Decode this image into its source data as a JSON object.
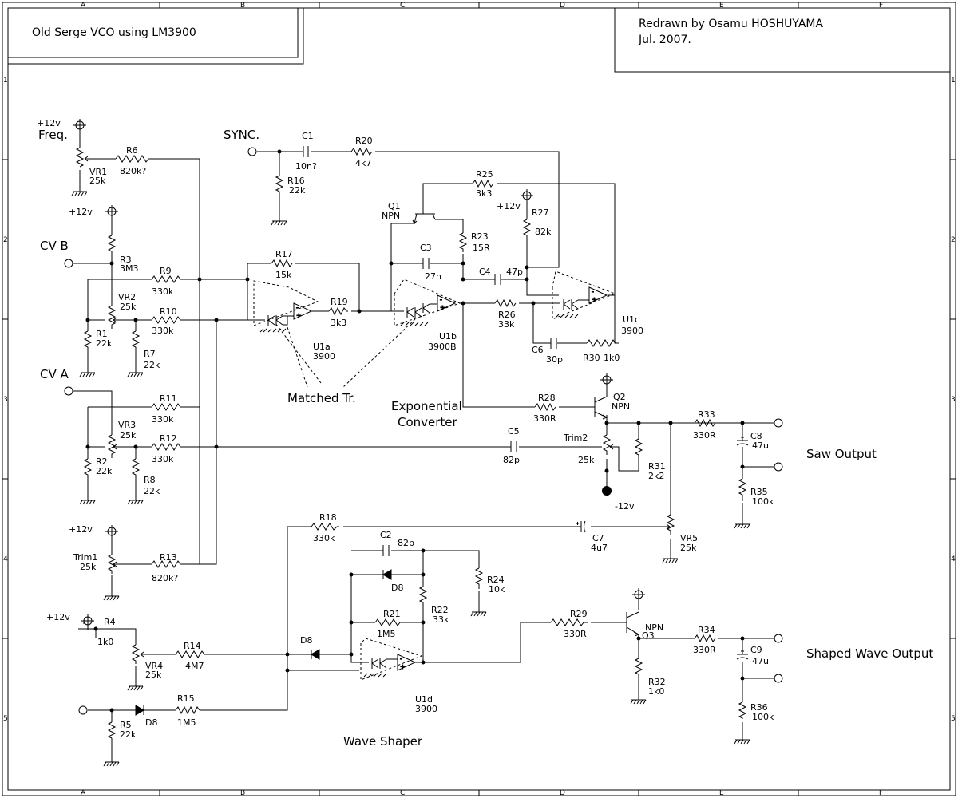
{
  "title_block": {
    "title": "Old Serge VCO using LM3900",
    "credit_line1": "Redrawn by Osamu HOSHUYAMA",
    "credit_line2": "Jul. 2007."
  },
  "grid": {
    "columns": [
      "A",
      "B",
      "C",
      "D",
      "E",
      "F"
    ],
    "rows": [
      "1",
      "2",
      "3",
      "4",
      "5"
    ]
  },
  "labels": {
    "freq_supply": "+12v",
    "freq": "Freq.",
    "vr1": "VR1",
    "vr1_val": "25k",
    "r6": "R6",
    "r6_val": "820k?",
    "r3_supply": "+12v",
    "cvb": "CV B",
    "r3": "R3",
    "r3_val": "3M3",
    "r9": "R9",
    "r9_val": "330k",
    "vr2": "VR2",
    "vr2_val": "25k",
    "r10": "R10",
    "r10_val": "330k",
    "r1": "R1",
    "r1_val": "22k",
    "r7": "R7",
    "r7_val": "22k",
    "cva": "CV A",
    "r11": "R11",
    "r11_val": "330k",
    "vr3": "VR3",
    "vr3_val": "25k",
    "r12": "R12",
    "r12_val": "330k",
    "r2": "R2",
    "r2_val": "22k",
    "r8": "R8",
    "r8_val": "22k",
    "trim1_supply": "+12v",
    "trim1": "Trim1",
    "trim1_val": "25k",
    "r13": "R13",
    "r13_val": "820k?",
    "r4_supply": "+12v",
    "r4": "R4",
    "r4_val": "1k0",
    "vr4": "VR4",
    "vr4_val": "25k",
    "r14": "R14",
    "r14_val": "4M7",
    "r15": "R15",
    "r15_val": "1M5",
    "r5": "R5",
    "r5_val": "22k",
    "d8_a": "D8",
    "d8_b": "D8",
    "d8_c": "D8",
    "sync": "SYNC.",
    "c1": "C1",
    "c1_val": "10n?",
    "r20": "R20",
    "r20_val": "4k7",
    "r16": "R16",
    "r16_val": "22k",
    "r17": "R17",
    "r17_val": "15k",
    "r19": "R19",
    "r19_val": "3k3",
    "u1a": "U1a",
    "u1a_val": "3900",
    "matched": "Matched Tr.",
    "q1": "Q1",
    "q1_val": "NPN",
    "r25": "R25",
    "r25_val": "3k3",
    "r27_supply": "+12v",
    "r27": "R27",
    "r27_val": "82k",
    "r23": "R23",
    "r23_val": "15R",
    "c3": "C3",
    "c3_val": "27n",
    "c4": "C4",
    "c4_val": "47p",
    "u1b": "U1b",
    "u1b_val": "3900B",
    "expo1": "Exponential",
    "expo2": "Converter",
    "r26": "R26",
    "r26_val": "33k",
    "c6": "C6",
    "c6_val": "30p",
    "r30": "R30",
    "r30_val": "1k0",
    "u1c": "U1c",
    "u1c_val": "3900",
    "r28": "R28",
    "r28_val": "330R",
    "q2": "Q2",
    "q2_val": "NPN",
    "c5": "C5",
    "c5_val": "82p",
    "trim2": "Trim2",
    "trim2_val": "25k",
    "r31": "R31",
    "r31_val": "2k2",
    "neg12": "-12v",
    "r33": "R33",
    "r33_val": "330R",
    "c8": "C8",
    "c8_val": "47u",
    "r35": "R35",
    "r35_val": "100k",
    "saw_out": "Saw Output",
    "r18": "R18",
    "r18_val": "330k",
    "c7": "C7",
    "c7_val": "4u7",
    "vr5": "VR5",
    "vr5_val": "25k",
    "c2": "C2",
    "c2_val": "82p",
    "r24": "R24",
    "r24_val": "10k",
    "r22": "R22",
    "r22_val": "33k",
    "r21": "R21",
    "r21_val": "1M5",
    "u1d": "U1d",
    "u1d_val": "3900",
    "wave_shaper": "Wave Shaper",
    "r29": "R29",
    "r29_val": "330R",
    "q3": "Q3",
    "q3_val": "NPN",
    "r32": "R32",
    "r32_val": "1k0",
    "r34": "R34",
    "r34_val": "330R",
    "c9": "C9",
    "c9_val": "47u",
    "r36": "R36",
    "r36_val": "100k",
    "shaped_out": "Shaped Wave Output",
    "q3_supply_note": ""
  }
}
